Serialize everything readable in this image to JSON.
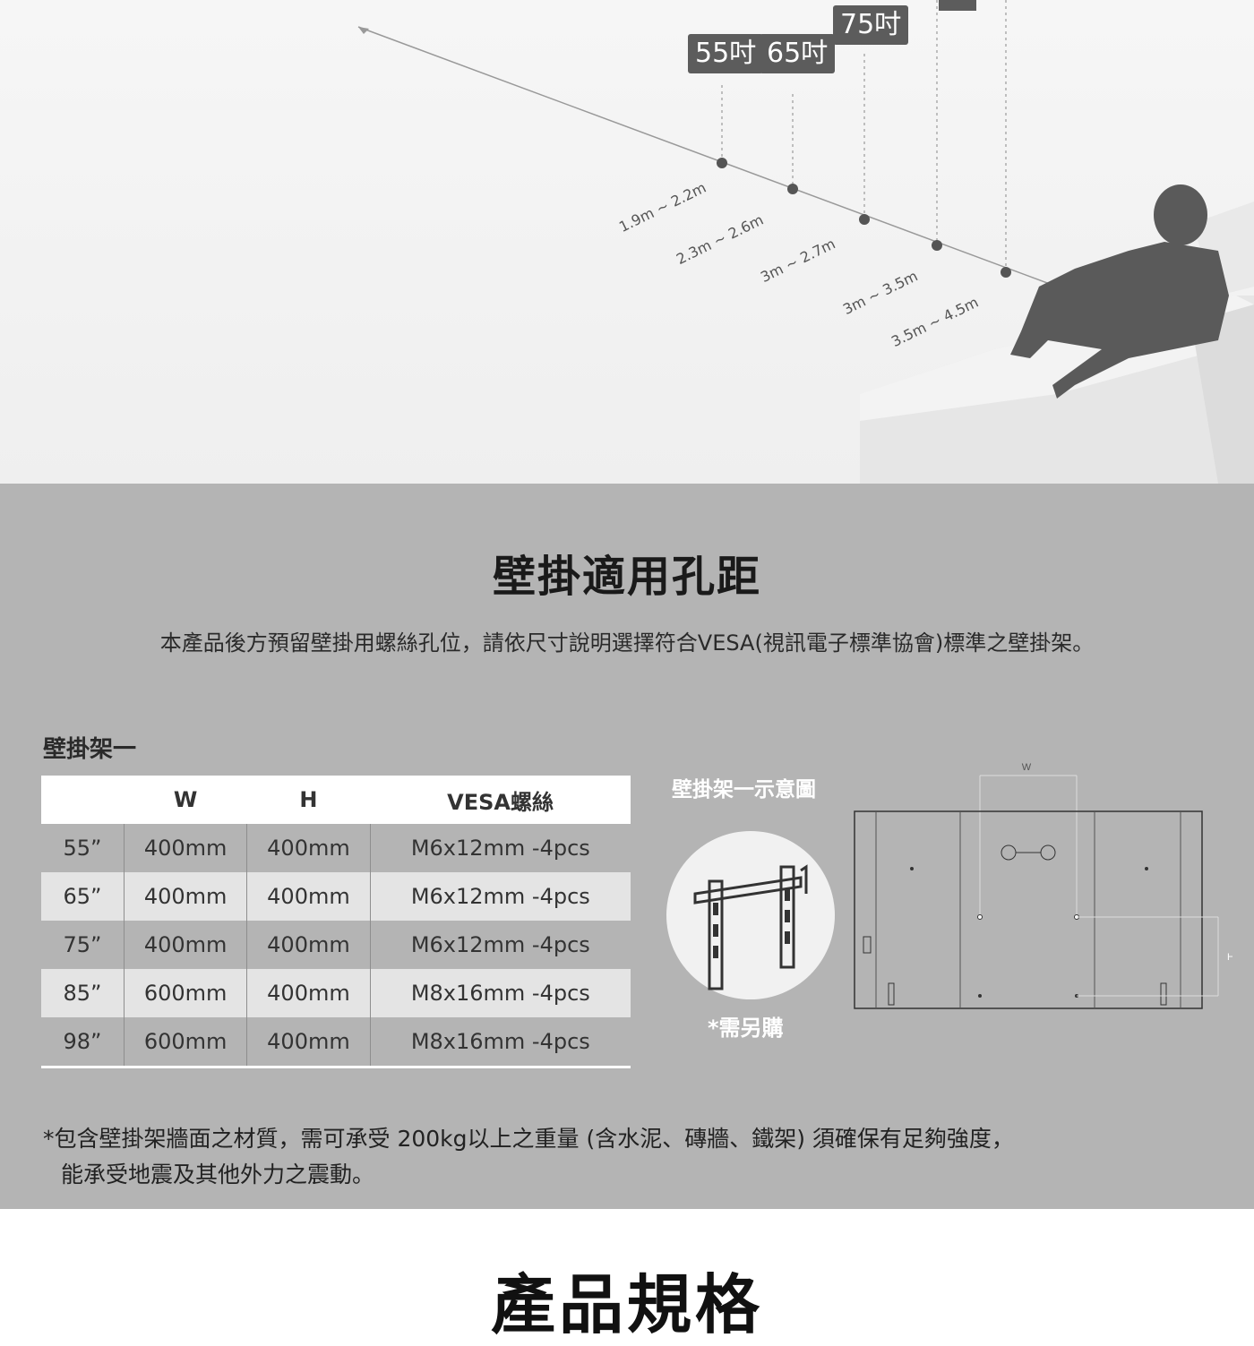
{
  "distance_chart": {
    "sizes": [
      "55吋",
      "65吋",
      "75吋"
    ],
    "distances": [
      "1.9m ~ 2.2m",
      "2.3m ~ 2.6m",
      "3m ~ 2.7m",
      "3m ~ 3.5m",
      "3.5m ~ 4.5m"
    ]
  },
  "vesa": {
    "title": "壁掛適用孔距",
    "description": "本產品後方預留壁掛用螺絲孔位，請依尺寸說明選擇符合VESA(視訊電子標準協會)標準之壁掛架。",
    "bracket_heading": "壁掛架一",
    "table": {
      "headers": [
        "",
        "W",
        "H",
        "VESA螺絲"
      ],
      "rows": [
        [
          "55”",
          "400mm",
          "400mm",
          "M6x12mm -4pcs"
        ],
        [
          "65”",
          "400mm",
          "400mm",
          "M6x12mm -4pcs"
        ],
        [
          "75”",
          "400mm",
          "400mm",
          "M6x12mm -4pcs"
        ],
        [
          "85”",
          "600mm",
          "400mm",
          "M8x16mm -4pcs"
        ],
        [
          "98”",
          "600mm",
          "400mm",
          "M8x16mm -4pcs"
        ]
      ]
    },
    "diagram_caption": "壁掛架一示意圖",
    "purchase_note": "*需另購",
    "diagram_labels": {
      "w": "W",
      "h": "H"
    },
    "note_line1": "*包含壁掛架牆面之材質，需可承受 200kg以上之重量 (含水泥、磚牆、鐵架) 須確保有足夠強度，",
    "note_line2": "能承受地震及其他外力之震動。"
  },
  "spec_title": "產品規格"
}
